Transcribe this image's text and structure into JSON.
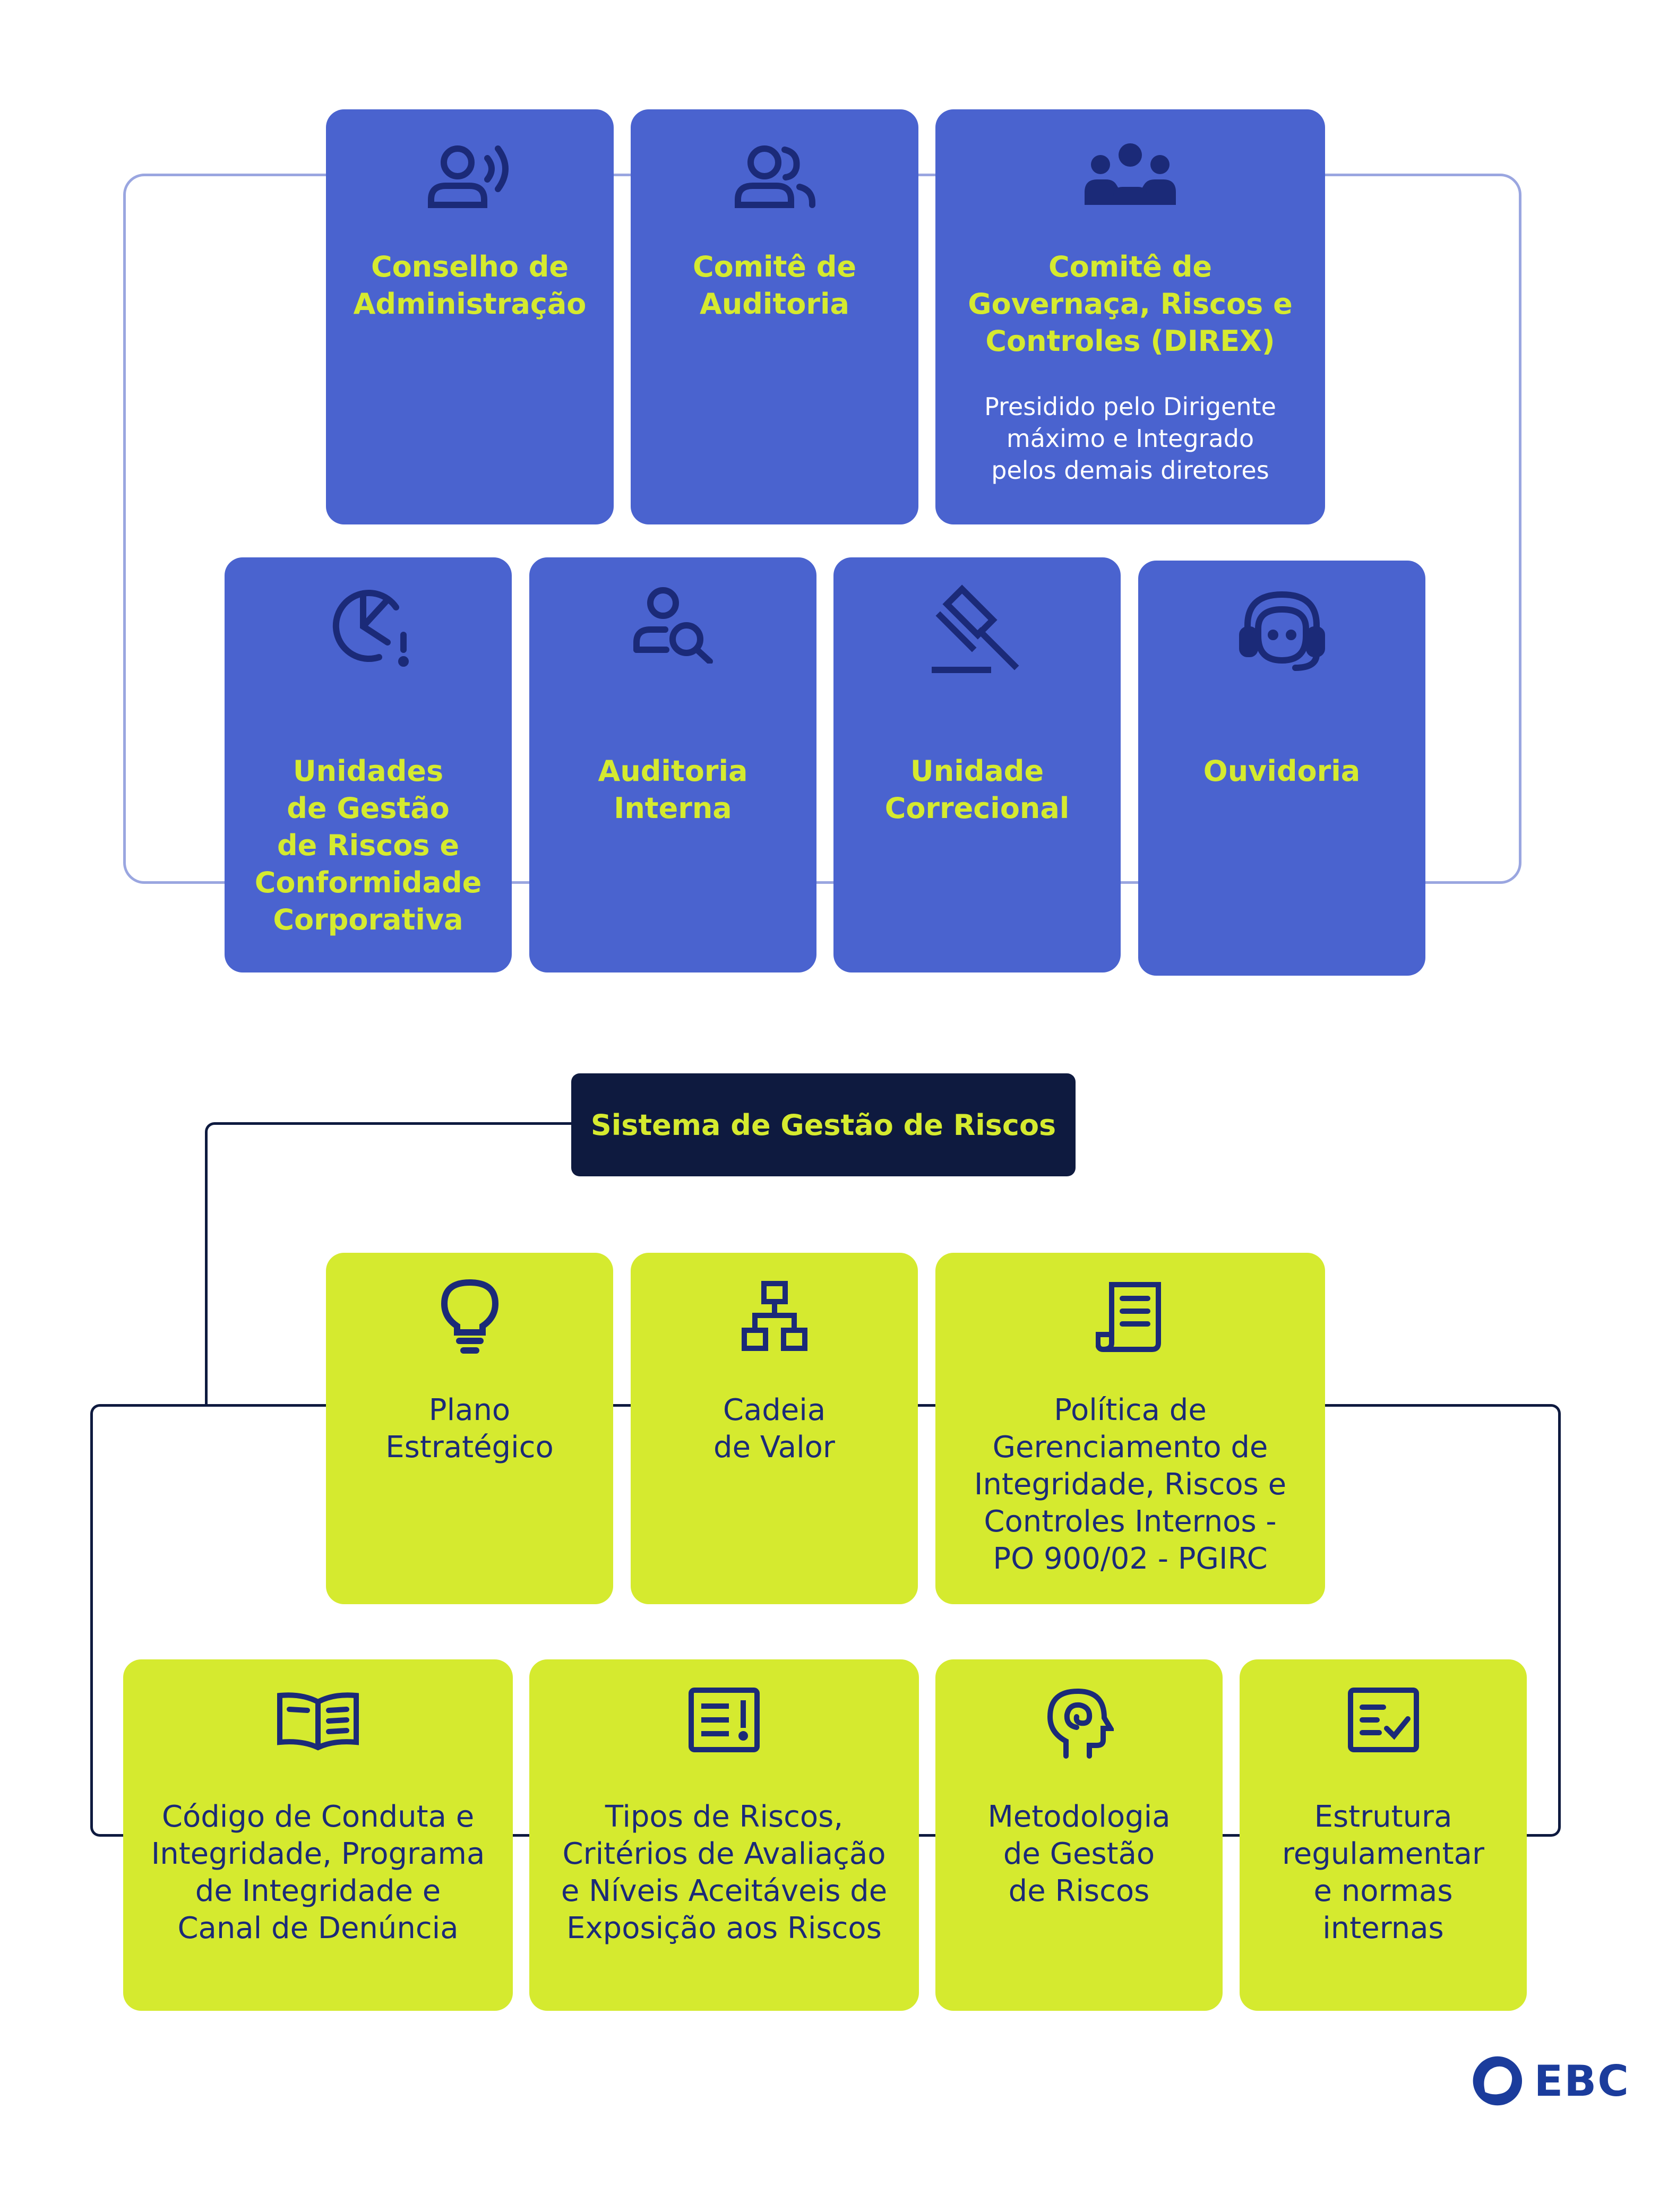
{
  "colors": {
    "governance_card": "#4a63cf",
    "governance_title": "#d5ea2f",
    "system_card": "#d5ea2f",
    "system_text": "#1b2a78",
    "header_bg": "#0e1a3f",
    "frame_line": "#9aa6e0",
    "connector_line": "#0e1a3f",
    "logo": "#1b3c9c"
  },
  "governance": {
    "row1": [
      {
        "icon": "speaking-person-icon",
        "title": "Conselho de\nAdministração"
      },
      {
        "icon": "people-icon",
        "title": "Comitê de\nAuditoria"
      },
      {
        "icon": "group-icon",
        "title": "Comitê de\nGovernaça, Riscos e\nControles (DIREX)",
        "subtitle": "Presidido pelo Dirigente\nmáximo e Integrado\npelos demais diretores"
      }
    ],
    "row2": [
      {
        "icon": "risk-gauge-icon",
        "title": "Unidades\nde Gestão\nde Riscos e\nConformidade\nCorporativa"
      },
      {
        "icon": "person-search-icon",
        "title": "Auditoria\nInterna"
      },
      {
        "icon": "gavel-icon",
        "title": "Unidade\nCorrecional"
      },
      {
        "icon": "headset-icon",
        "title": "Ouvidoria"
      }
    ]
  },
  "system": {
    "header": "Sistema de Gestão de Riscos",
    "row1": [
      {
        "icon": "lightbulb-icon",
        "label": "Plano\nEstratégico"
      },
      {
        "icon": "hierarchy-icon",
        "label": "Cadeia\nde Valor"
      },
      {
        "icon": "document-icon",
        "label": "Política de\nGerenciamento de\nIntegridade, Riscos e\nControles Internos -\nPO 900/02 - PGIRC"
      }
    ],
    "row2": [
      {
        "icon": "book-icon",
        "label": "Código de Conduta e\nIntegridade, Programa\nde Integridade e\nCanal de Denúncia"
      },
      {
        "icon": "alert-list-icon",
        "label": "Tipos de Riscos,\nCritérios de Avaliação\ne Níveis Aceitáveis de\nExposição aos Riscos"
      },
      {
        "icon": "mind-icon",
        "label": "Metodologia\nde Gestão\nde Riscos"
      },
      {
        "icon": "checklist-icon",
        "label": "Estrutura\nregulamentar\ne normas\ninternas"
      }
    ]
  },
  "logo": {
    "text": "EBC"
  }
}
